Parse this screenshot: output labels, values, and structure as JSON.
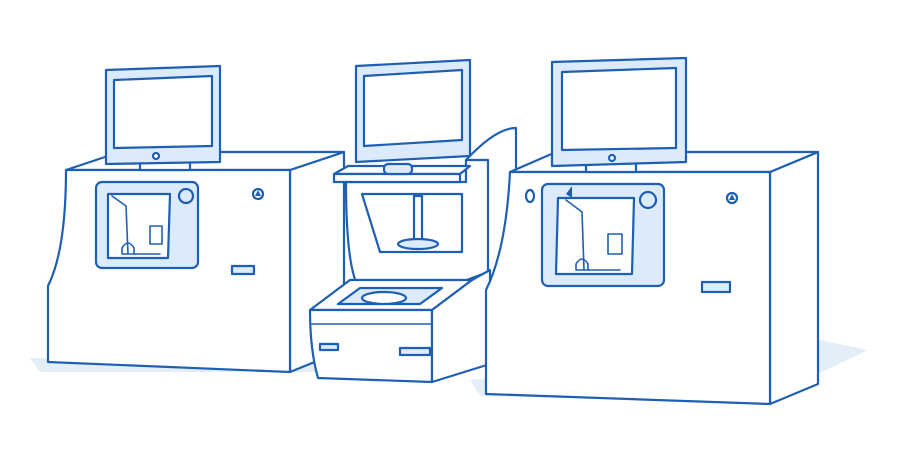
{
  "colors": {
    "line": "#1f5fb3",
    "fill": "#dcebfb",
    "shadow": "#e3eef9",
    "white": "#ffffff"
  },
  "machines": [
    {
      "id": "left",
      "type": "edger-with-monitor"
    },
    {
      "id": "middle",
      "type": "blocker-tracer-station"
    },
    {
      "id": "right",
      "type": "edger-with-monitor"
    }
  ]
}
